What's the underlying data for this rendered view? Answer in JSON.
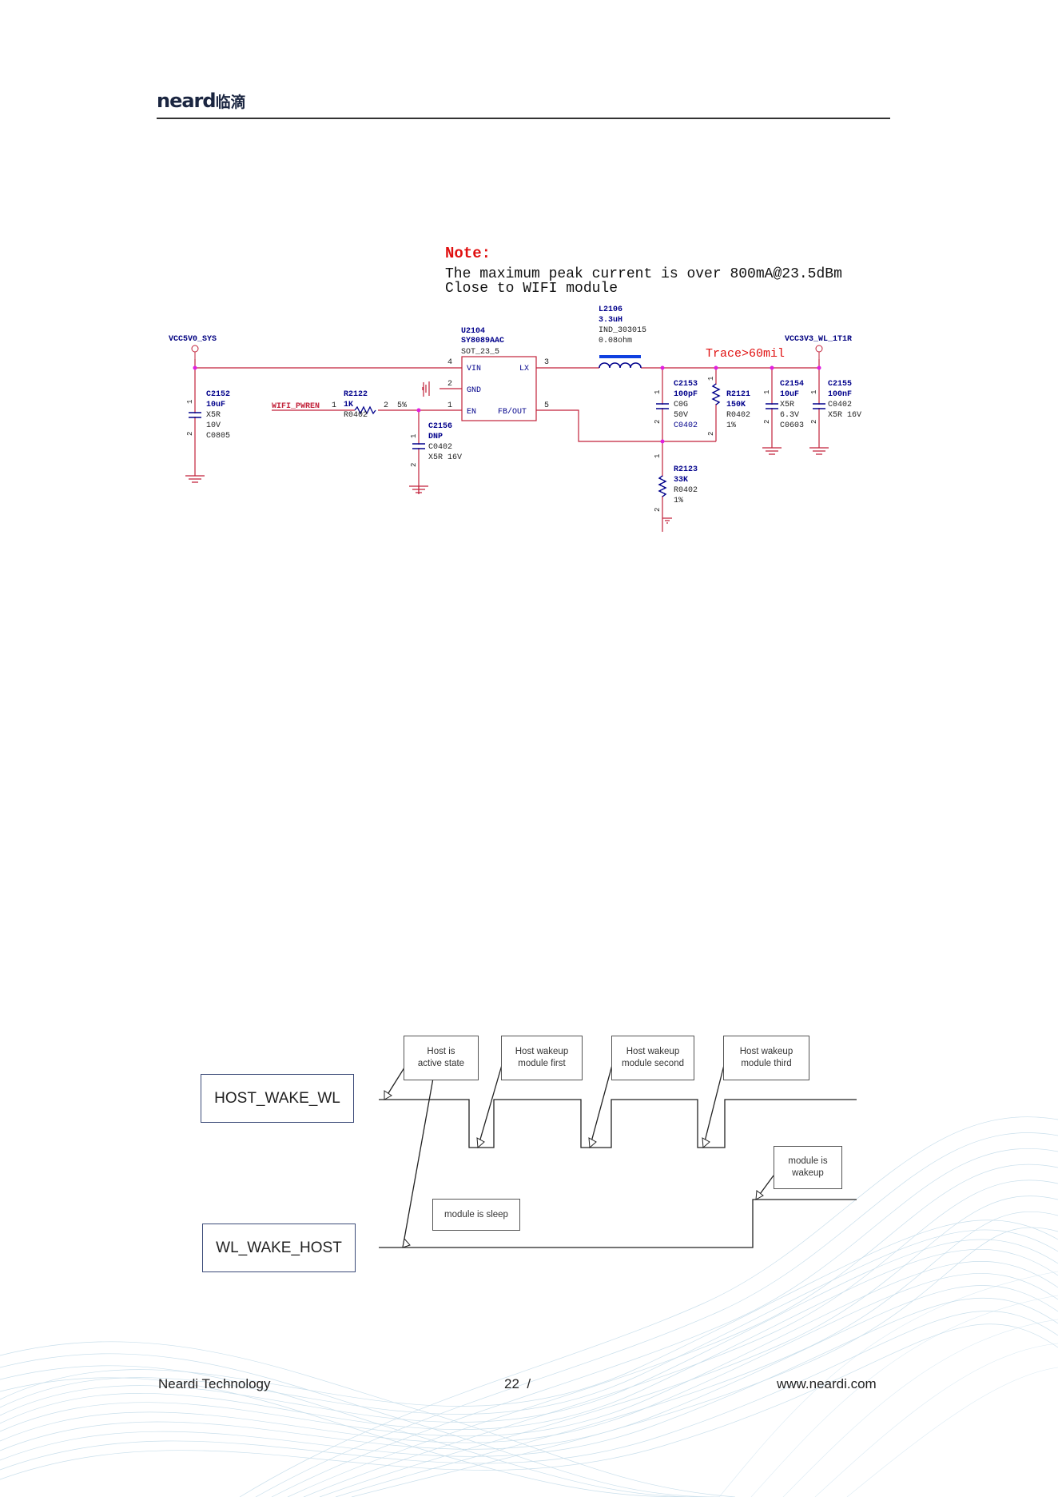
{
  "header": {
    "logo_latin": "neard",
    "logo_cn": "临滴"
  },
  "schematic": {
    "note_title": "Note:",
    "note_line1": "The maximum peak current is over 800mA@23.5dBm",
    "note_line2": "Close to WIFI module",
    "net_in": "VCC5V0_SYS",
    "net_out": "VCC3V3_WL_1T1R",
    "net_en": "WIFI_PWREN",
    "trace_note": "Trace>60mil",
    "u2104": {
      "ref": "U2104",
      "part": "SY8089AAC",
      "pkg": "SOT_23_5",
      "pin_vin": "VIN",
      "pin_gnd": "GND",
      "pin_en": "EN",
      "pin_lx": "LX",
      "pin_fb": "FB/OUT",
      "n4": "4",
      "n2": "2",
      "n1": "1",
      "n3": "3",
      "n5": "5"
    },
    "l2106": {
      "ref": "L2106",
      "value": "3.3uH",
      "pkg": "IND_303015",
      "dcr": "0.08ohm"
    },
    "c2152": {
      "ref": "C2152",
      "value": "10uF",
      "d": "X5R",
      "v": "10V",
      "pkg": "C0805"
    },
    "r2122": {
      "ref": "R2122",
      "value": "1K",
      "pkg": "R0402",
      "tol": "5%",
      "p1": "1",
      "p2": "2"
    },
    "c2156": {
      "ref": "C2156",
      "value": "DNP",
      "pkg": "C0402",
      "spec": "X5R 16V"
    },
    "c2153": {
      "ref": "C2153",
      "value": "100pF",
      "d": "C0G",
      "v": "50V",
      "pkg": "C0402"
    },
    "r2121": {
      "ref": "R2121",
      "value": "150K",
      "pkg": "R0402",
      "tol": "1%"
    },
    "c2154": {
      "ref": "C2154",
      "value": "10uF",
      "d": "X5R",
      "v": "6.3V",
      "pkg": "C0603"
    },
    "c2155": {
      "ref": "C2155",
      "value": "100nF",
      "pkg": "C0402",
      "spec": "X5R 16V"
    },
    "r2123": {
      "ref": "R2123",
      "value": "33K",
      "pkg": "R0402",
      "tol": "1%"
    },
    "pin_a": "1",
    "pin_b": "2"
  },
  "timing": {
    "host_wake_wl": "HOST_WAKE_WL",
    "wl_wake_host": "WL_WAKE_HOST",
    "c1_l1": "Host is",
    "c1_l2": "active state",
    "c2_l1": "Host wakeup",
    "c2_l2": "module first",
    "c3_l1": "Host wakeup",
    "c3_l2": "module second",
    "c4_l1": "Host wakeup",
    "c4_l2": "module third",
    "c5_l1": "module is",
    "c5_l2": "wakeup",
    "c6": "module is sleep"
  },
  "footer": {
    "left": "Neardi Technology",
    "page": "22",
    "sep": "/",
    "right": "www.neardi.com"
  },
  "colors": {
    "wire": "#c2223a",
    "junction": "#e020e0",
    "label_blue": "#000080",
    "note_red": "#e01010"
  }
}
